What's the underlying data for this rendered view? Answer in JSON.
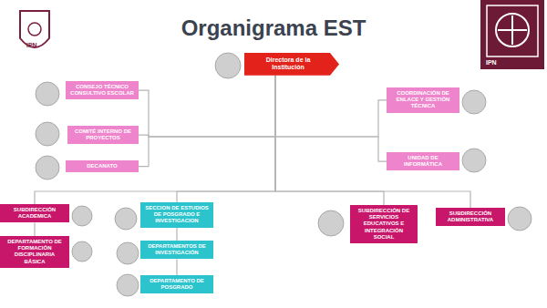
{
  "diagram": {
    "title": "Organigrama EST",
    "nodes": [
      {
        "text": [
          "Directora de la Institución"
        ]
      },
      {
        "text": [
          "CONSEJO TÉCNICO CONSULTIVO ESCOLAR"
        ]
      },
      {
        "text": [
          "COMITÉ INTERNO DE PROYECTOS"
        ]
      },
      {
        "text": [
          "DECANATO"
        ]
      },
      {
        "text": [
          "COORDINACIÓN DE ENLACE Y GESTIÓN TÉCNICA"
        ]
      },
      {
        "text": [
          "UNIDAD DE INFORMÁTICA"
        ]
      },
      {
        "text": [
          "SUBDIRECCIÓN ACADEMICA"
        ]
      },
      {
        "text": [
          "DEPARTAMENTO DE FORMACIÓN DISCIPLINARIA BÁSICA"
        ]
      },
      {
        "text": [
          "SECCION DE ESTUDIOS DE POSGRADO E INVESTIGACION"
        ]
      },
      {
        "text": [
          "DEPARTAMENTOS DE INVESTIGACIÓN"
        ]
      },
      {
        "text": [
          "DEPARTAMENTO DE POSGRADO"
        ]
      },
      {
        "text": [
          "SUBDIRECCIÓN DE SERVICIOS EDUCATIVOS E INTEGRACIÓN SOCIAL"
        ]
      },
      {
        "text": [
          "SUBDIRECCIÓN ADMINISTRATIVA"
        ]
      }
    ],
    "edges": [
      {
        "from": 0,
        "to": 1,
        "arrow": "none"
      },
      {
        "from": 0,
        "to": 2,
        "arrow": "none"
      },
      {
        "from": 0,
        "to": 3,
        "arrow": "none"
      },
      {
        "from": 0,
        "to": 4,
        "arrow": "none"
      },
      {
        "from": 0,
        "to": 5,
        "arrow": "none"
      },
      {
        "from": 0,
        "to": 6,
        "arrow": "none"
      },
      {
        "from": 0,
        "to": 8,
        "arrow": "none"
      },
      {
        "from": 0,
        "to": 11,
        "arrow": "none"
      },
      {
        "from": 0,
        "to": 12,
        "arrow": "none"
      },
      {
        "from": 6,
        "to": 7,
        "arrow": "none"
      },
      {
        "from": 8,
        "to": 9,
        "arrow": "none"
      },
      {
        "from": 9,
        "to": 10,
        "arrow": "none"
      }
    ],
    "labels": [
      "IPN",
      "IPN"
    ]
  }
}
